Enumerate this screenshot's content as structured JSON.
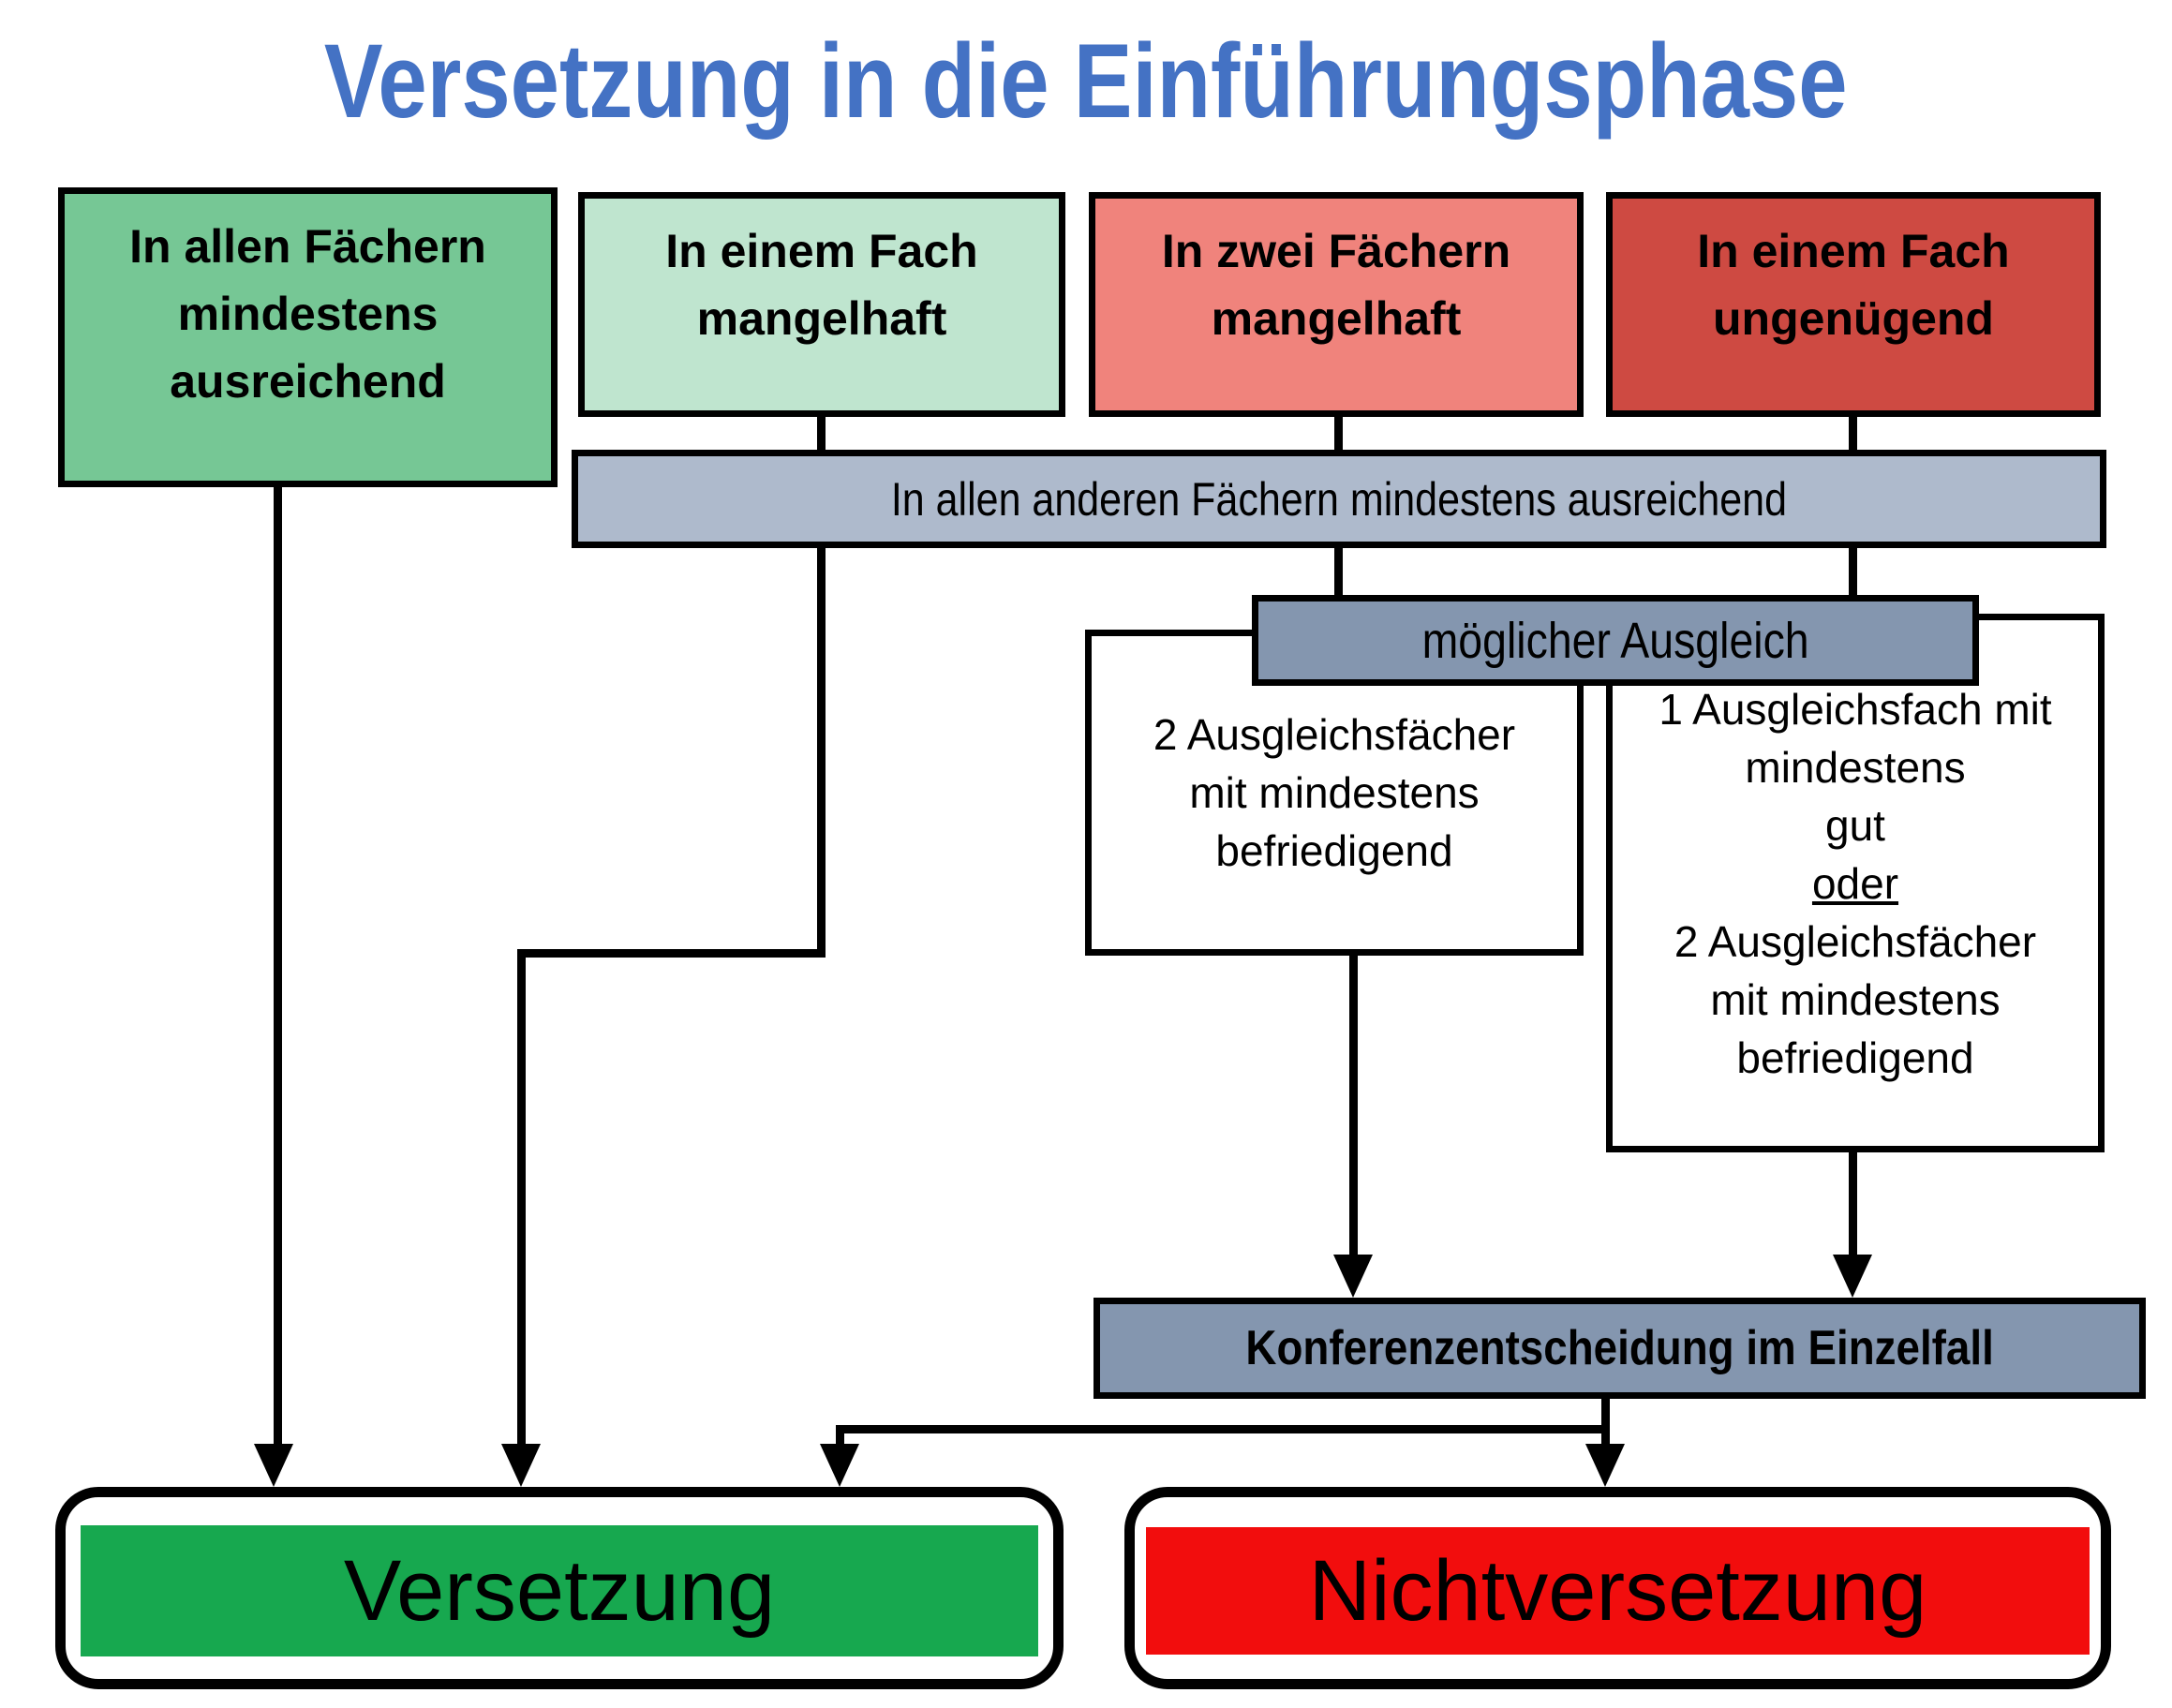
{
  "title": {
    "text": "Versetzung in die Einführungsphase",
    "color": "#4472C4"
  },
  "condition_boxes": [
    {
      "lines": [
        "In allen Fächern",
        "mindestens",
        "ausreichend"
      ],
      "bg": "#76C795"
    },
    {
      "lines": [
        "In einem Fach",
        "mangelhaft"
      ],
      "bg": "#BFE5CF"
    },
    {
      "lines": [
        "In zwei Fächern",
        "mangelhaft"
      ],
      "bg": "#F0837C"
    },
    {
      "lines": [
        "In einem Fach",
        "ungenügend"
      ],
      "bg": "#CE4A42"
    }
  ],
  "rule_bar": {
    "text": "In allen anderen Fächern mindestens ausreichend",
    "bg": "#AEBACC"
  },
  "compensation_bar": {
    "text": "möglicher Ausgleich",
    "bg": "#8496AF"
  },
  "compensation_options": {
    "two_subjects": {
      "lines": [
        "2 Ausgleichsfächer",
        "mit mindestens",
        "befriedigend"
      ]
    },
    "one_subject": {
      "lines": [
        "1 Ausgleichsfach mit",
        "mindestens",
        "gut",
        "oder",
        "2 Ausgleichsfächer",
        "mit mindestens",
        "befriedigend"
      ]
    }
  },
  "conference_bar": {
    "text": "Konferenzentscheidung im Einzelfall",
    "bg": "#8496AF"
  },
  "results": {
    "promotion": {
      "label": "Versetzung",
      "bg": "#17A84F"
    },
    "no_promotion": {
      "label": "Nichtversetzung",
      "bg": "#F20D0D"
    }
  },
  "line_color": "#000000"
}
